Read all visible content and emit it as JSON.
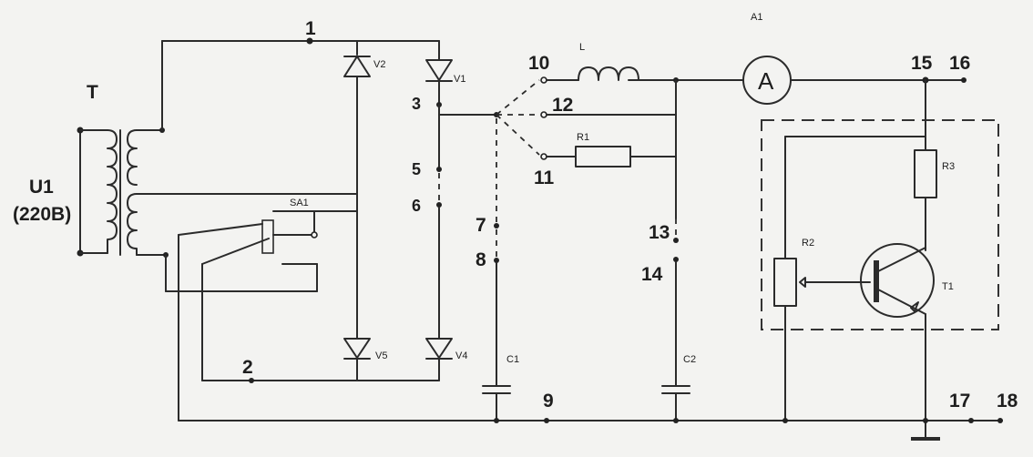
{
  "diagram": {
    "labels": {
      "T": "T",
      "U1": "U1",
      "U1_voltage": "(220В)",
      "SA1": "SA1",
      "L": "L",
      "A1": "A1",
      "ammeter": "A",
      "R1": "R1",
      "R2": "R2",
      "R3": "R3",
      "T1": "T1",
      "C1": "C1",
      "C2": "C2",
      "V1": "V1",
      "V2": "V2",
      "V4": "V4",
      "V5": "V5"
    },
    "nodes": {
      "n1": "1",
      "n2": "2",
      "n3": "3",
      "n5": "5",
      "n6": "6",
      "n7": "7",
      "n8": "8",
      "n9": "9",
      "n10": "10",
      "n11": "11",
      "n12": "12",
      "n13": "13",
      "n14": "14",
      "n15": "15",
      "n16": "16",
      "n17": "17",
      "n18": "18"
    }
  }
}
